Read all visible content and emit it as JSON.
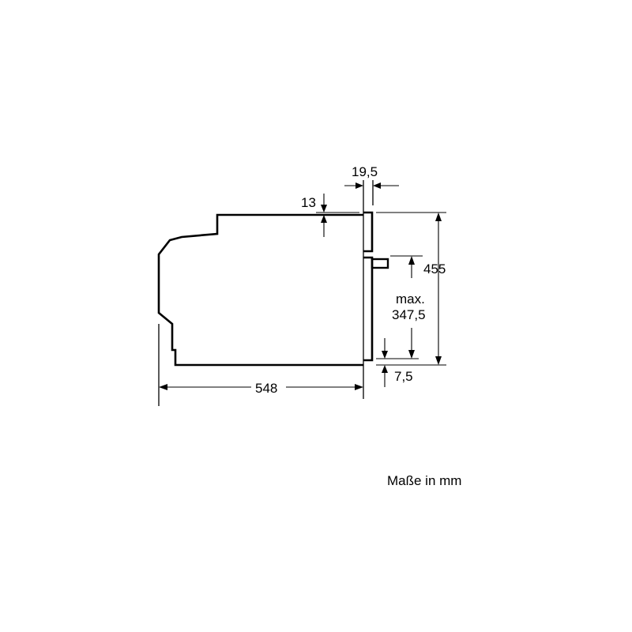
{
  "dimensions": {
    "width_depth": "548",
    "front_panel": "19,5",
    "top_offset": "13",
    "height": "455",
    "max_label": "max.",
    "max_value": "347,5",
    "bottom_offset": "7,5"
  },
  "note": "Maße in mm",
  "colors": {
    "line": "#000000",
    "background": "#ffffff"
  }
}
